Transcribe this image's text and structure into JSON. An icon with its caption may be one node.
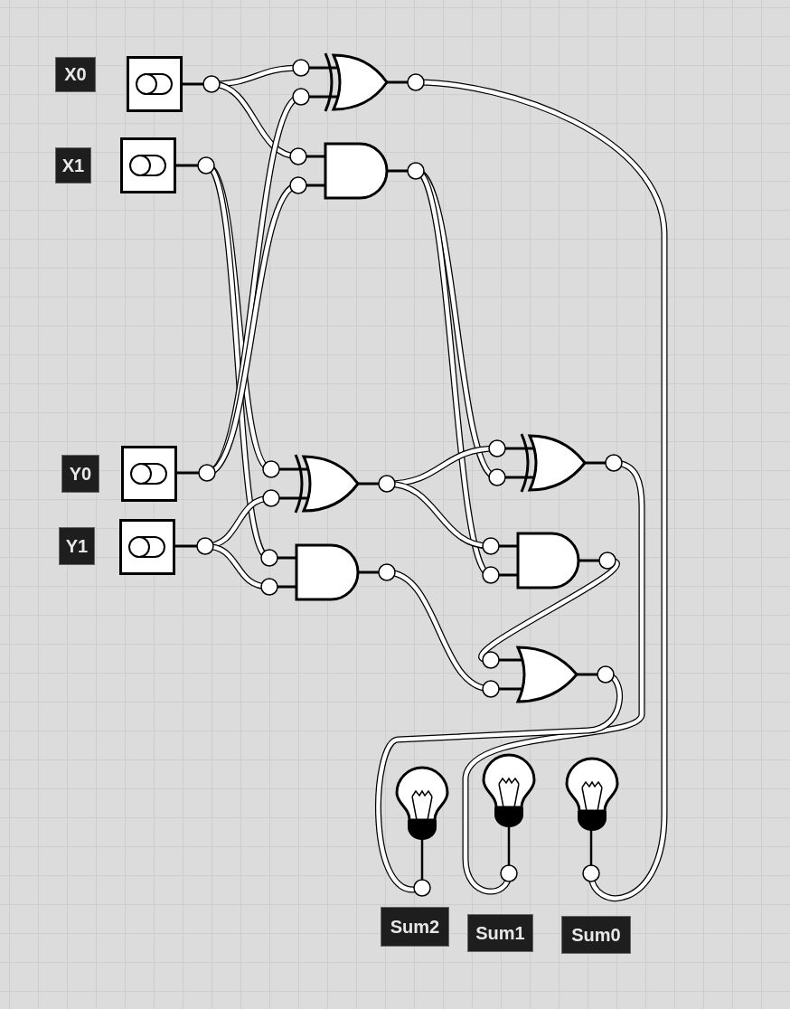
{
  "diagram": {
    "nodes": [
      {
        "text": [
          "X0"
        ]
      },
      {
        "text": [],
        "shape": "switch"
      },
      {
        "text": [
          "X1"
        ]
      },
      {
        "text": [],
        "shape": "switch"
      },
      {
        "text": [
          "Y0"
        ]
      },
      {
        "text": [],
        "shape": "switch"
      },
      {
        "text": [
          "Y1"
        ]
      },
      {
        "text": [],
        "shape": "switch"
      },
      {
        "text": [],
        "shape": "xor"
      },
      {
        "text": [],
        "shape": "and"
      },
      {
        "text": [],
        "shape": "xor"
      },
      {
        "text": [],
        "shape": "and"
      },
      {
        "text": [],
        "shape": "xor"
      },
      {
        "text": [],
        "shape": "and"
      },
      {
        "text": [],
        "shape": "or"
      },
      {
        "text": [],
        "shape": "bulb"
      },
      {
        "text": [
          "Sum2"
        ]
      },
      {
        "text": [],
        "shape": "bulb"
      },
      {
        "text": [
          "Sum1"
        ]
      },
      {
        "text": [],
        "shape": "bulb"
      },
      {
        "text": [
          "Sum0"
        ]
      }
    ],
    "edges": [
      {
        "from": 1,
        "to": 8,
        "arrow": "none"
      },
      {
        "from": 1,
        "to": 9,
        "arrow": "none"
      },
      {
        "from": 3,
        "to": 10,
        "arrow": "none"
      },
      {
        "from": 3,
        "to": 11,
        "arrow": "none"
      },
      {
        "from": 5,
        "to": 8,
        "arrow": "none"
      },
      {
        "from": 5,
        "to": 9,
        "arrow": "none"
      },
      {
        "from": 7,
        "to": 10,
        "arrow": "none"
      },
      {
        "from": 7,
        "to": 11,
        "arrow": "none"
      },
      {
        "from": 8,
        "to": 19,
        "arrow": "none"
      },
      {
        "from": 9,
        "to": 12,
        "arrow": "none"
      },
      {
        "from": 9,
        "to": 13,
        "arrow": "none"
      },
      {
        "from": 10,
        "to": 12,
        "arrow": "none"
      },
      {
        "from": 10,
        "to": 13,
        "arrow": "none"
      },
      {
        "from": 11,
        "to": 14,
        "arrow": "none"
      },
      {
        "from": 12,
        "to": 17,
        "arrow": "none"
      },
      {
        "from": 13,
        "to": 14,
        "arrow": "none"
      },
      {
        "from": 14,
        "to": 15,
        "arrow": "none"
      }
    ]
  }
}
